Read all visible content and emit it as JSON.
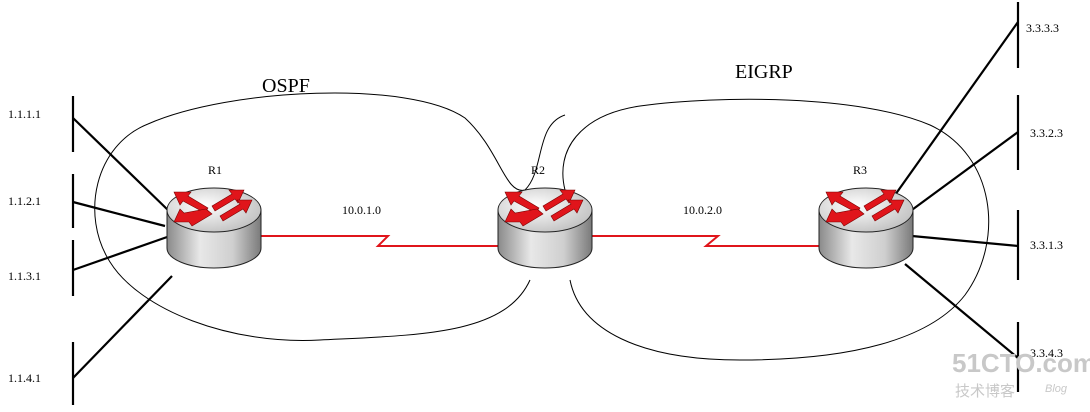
{
  "areas": {
    "ospf": "OSPF",
    "eigrp": "EIGRP"
  },
  "routers": {
    "r1": "R1",
    "r2": "R2",
    "r3": "R3"
  },
  "links": {
    "r1_r2": "10.0.1.0",
    "r2_r3": "10.0.2.0"
  },
  "r1_networks": [
    "1.1.1.1",
    "1.1.2.1",
    "1.1.3.1",
    "1.1.4.1"
  ],
  "r3_networks": [
    "3.3.3.3",
    "3.3.2.3",
    "3.3.1.3",
    "3.3.4.3"
  ],
  "watermark": {
    "site": "51CTO.com",
    "sub": "技术博客",
    "blog": "Blog"
  },
  "colors": {
    "link": "#e0151b",
    "arrow": "#e0151b",
    "line": "#000000"
  }
}
